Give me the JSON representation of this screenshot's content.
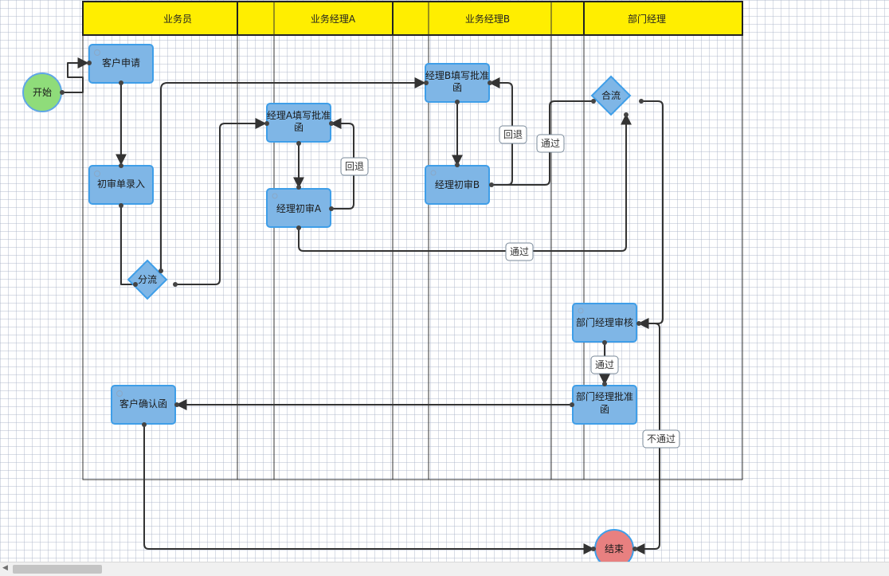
{
  "lanes": [
    "业务员",
    "业务经理A",
    "业务经理B",
    "部门经理"
  ],
  "nodes": {
    "start": "开始",
    "customer_apply": "客户申请",
    "first_review_entry": "初审单录入",
    "split": "分流",
    "manager_a_fill": "经理A填写批准函",
    "manager_a_review": "经理初审A",
    "manager_b_fill": "经理B填写批准函",
    "manager_b_review": "经理初审B",
    "merge": "合流",
    "dept_manager_review": "部门经理审核",
    "dept_manager_approve": "部门经理批准函",
    "customer_confirm": "客户确认函",
    "end": "结束"
  },
  "edge_labels": {
    "return_a": "回退",
    "return_b": "回退",
    "pass_b": "通过",
    "pass_a": "通过",
    "pass_dept": "通过",
    "not_pass": "不通过"
  },
  "colors": {
    "lane_header": "#ffee00",
    "task_fill": "#7fb6e6",
    "task_border": "#3f9ee8",
    "start_fill": "#8fdc7a",
    "end_fill": "#e88080",
    "edge": "#333333"
  }
}
